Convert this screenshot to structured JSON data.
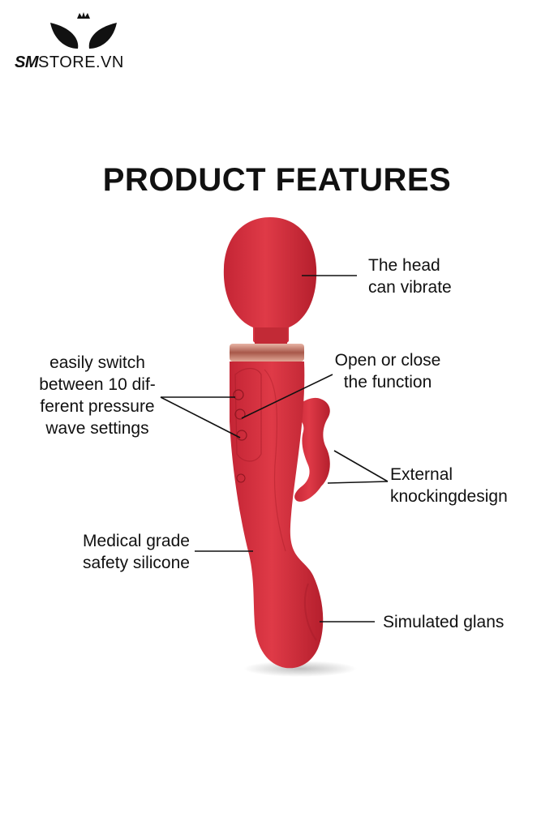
{
  "brand": {
    "prefix": "SM",
    "suffix": "STORE.VN",
    "logo_icon": "cat-ears-crown-icon"
  },
  "title": "PRODUCT FEATURES",
  "colors": {
    "product_red": "#d9313f",
    "product_dark": "#b8202e",
    "band_rose_gold": "#c98a7c"
  },
  "callouts": {
    "head": {
      "line1": "The head",
      "line2": "can vibrate"
    },
    "pressure": {
      "line1": "easily switch",
      "line2": "between 10 dif-",
      "line3": "ferent pressure",
      "line4": "wave settings"
    },
    "power": {
      "line1": "Open or close",
      "line2": "the function"
    },
    "knocking": {
      "line1": "External",
      "line2": "knockingdesign"
    },
    "silicone": {
      "line1": "Medical grade",
      "line2": "safety silicone"
    },
    "glans": {
      "line1": "Simulated glans"
    }
  }
}
